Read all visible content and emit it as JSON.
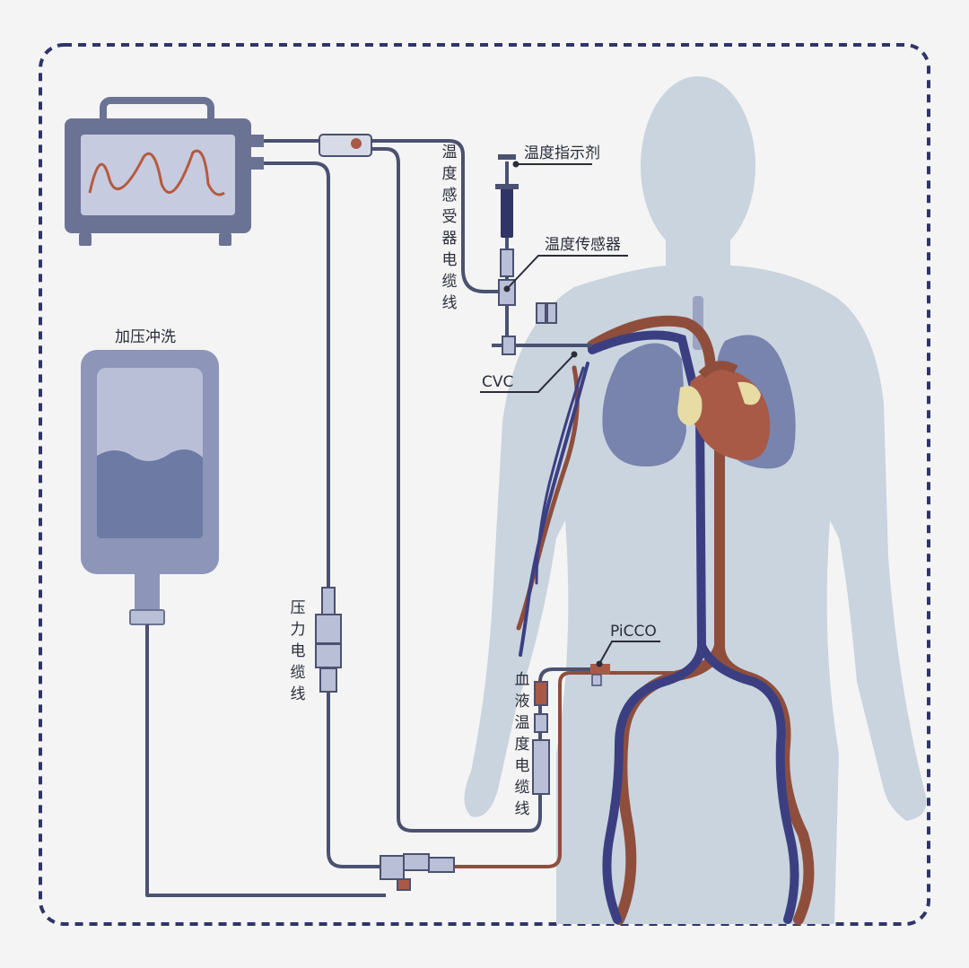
{
  "labels": {
    "temp_indicator": "温度指示剂",
    "temp_sensor": "温度传感器",
    "temp_receiver_cable": "温度感受器电缆线",
    "pressure_flush": "加压冲洗",
    "cvc": "CVC",
    "picco": "PiCCO",
    "pressure_cable": "压力电缆线",
    "blood_temp_cable": "血液温度电缆线"
  },
  "colors": {
    "background": "#f4f4f4",
    "border": "#2f3567",
    "cable": "#4b5170",
    "body": "#c9d4de",
    "vein": "#3b3f82",
    "artery": "#8f4e3c",
    "lung": "#6f7aa8",
    "heart": "#a85a47",
    "monitor": "#6b7394",
    "monitor_screen": "#c6cbe0",
    "waveform": "#b65a3e",
    "bag": "#8d95b8",
    "fluid": "#6c7aa4"
  }
}
